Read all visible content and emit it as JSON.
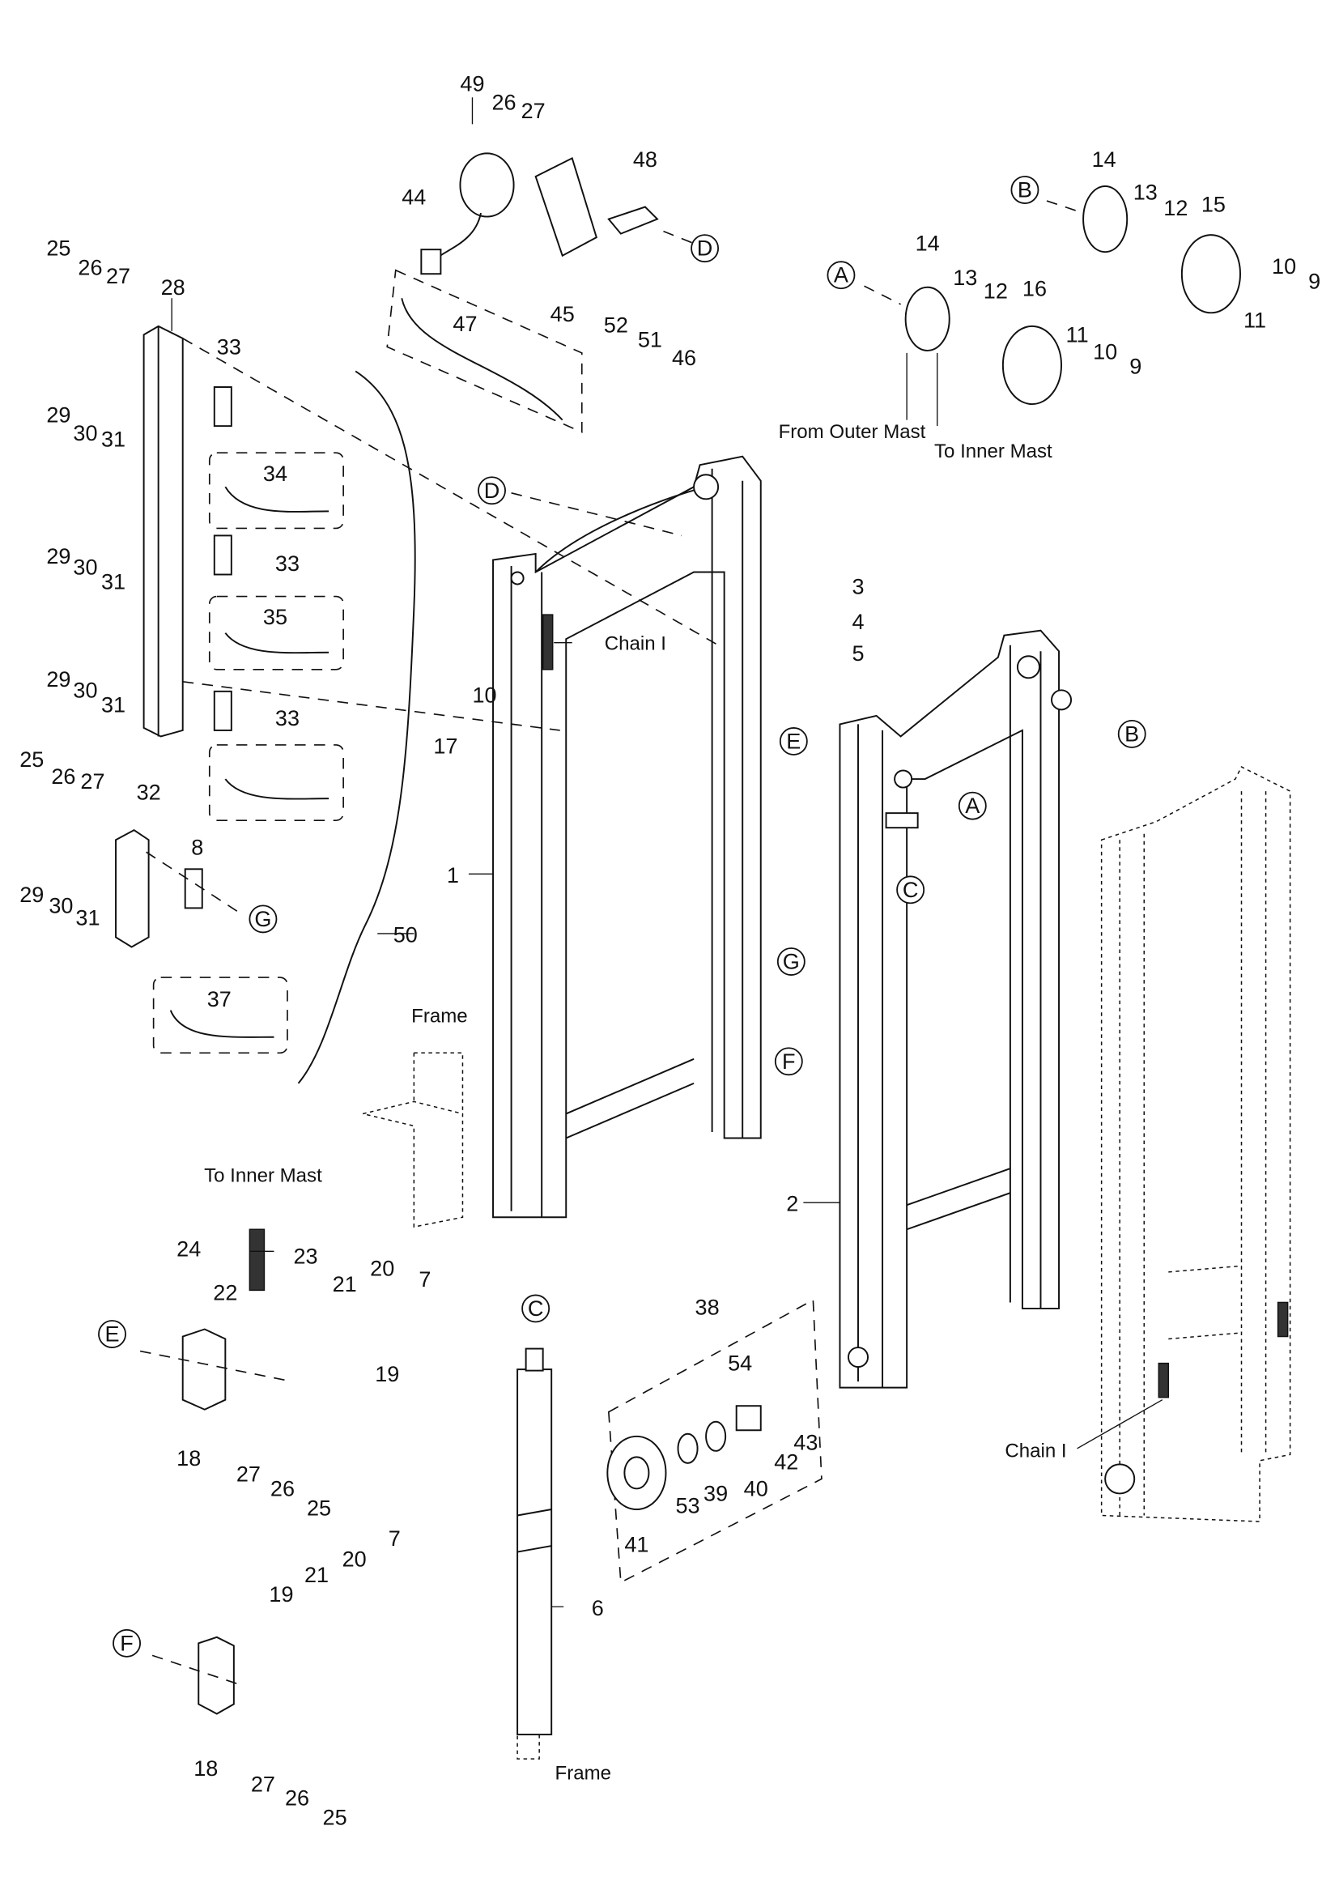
{
  "callouts": [
    "49",
    "26",
    "27",
    "48",
    "44",
    "45",
    "52",
    "51",
    "46",
    "47",
    "25",
    "26",
    "27",
    "28",
    "33",
    "29",
    "30",
    "31",
    "34",
    "29",
    "30",
    "31",
    "33",
    "35",
    "29",
    "30",
    "31",
    "33",
    "17",
    "10",
    "3",
    "4",
    "5",
    "25",
    "26",
    "27",
    "32",
    "8",
    "29",
    "30",
    "31",
    "1",
    "50",
    "37",
    "2",
    "24",
    "23",
    "22",
    "21",
    "20",
    "7",
    "19",
    "38",
    "54",
    "18",
    "27",
    "26",
    "25",
    "53",
    "39",
    "40",
    "42",
    "43",
    "41",
    "6",
    "7",
    "20",
    "21",
    "19",
    "18",
    "27",
    "26",
    "25",
    "14",
    "13",
    "12",
    "15",
    "11",
    "10",
    "9",
    "14",
    "13",
    "12",
    "16",
    "11",
    "10",
    "9"
  ],
  "reference_letters": [
    "D",
    "D",
    "E",
    "B",
    "A",
    "C",
    "G",
    "G",
    "F",
    "E",
    "C",
    "F",
    "B",
    "A"
  ],
  "notes": {
    "chain_1_top": "Chain I",
    "chain_1_bottom": "Chain I",
    "frame_top": "Frame",
    "frame_bottom": "Frame",
    "to_inner_mast_left": "To Inner Mast",
    "to_inner_mast_right": "To Inner Mast",
    "from_outer_mast": "From Outer Mast"
  }
}
